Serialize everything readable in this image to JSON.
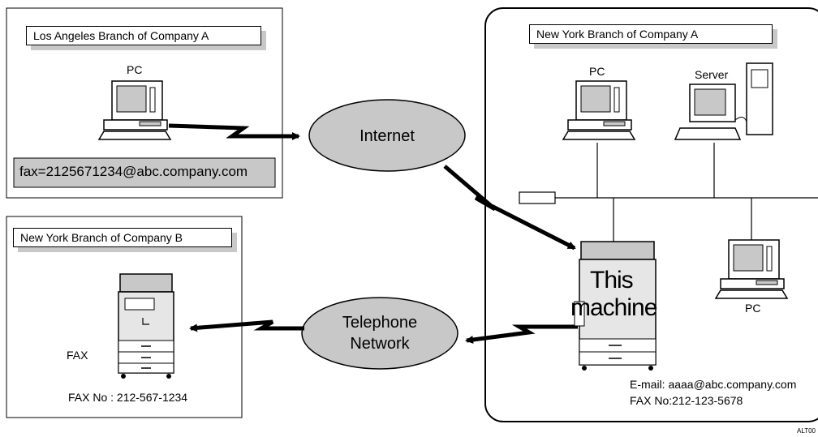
{
  "la_branch": {
    "title": "Los Angeles Branch of Company A",
    "pc_label": "PC",
    "fax_address": "fax=2125671234@abc.company.com"
  },
  "ny_company_b": {
    "title": "New York Branch of Company B",
    "fax_label": "FAX",
    "fax_number": "FAX No : 212-567-1234"
  },
  "ny_company_a": {
    "title": "New York Branch of Company A",
    "pc_top_label": "PC",
    "server_label": "Server",
    "pc_right_label": "PC",
    "machine_label_line1": "This",
    "machine_label_line2": "machine",
    "email_info": "E-mail:  aaaa@abc.company.com",
    "fax_info": "FAX No:212-123-5678"
  },
  "internet_label": "Internet",
  "telephone_label_line1": "Telephone",
  "telephone_label_line2": "Network",
  "figure_code": "ALT00"
}
